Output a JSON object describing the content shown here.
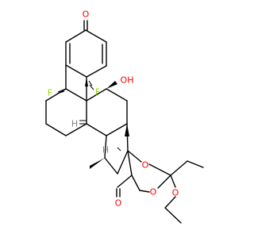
{
  "atoms": {
    "ketone_o_top": "O",
    "fluorine_6": "F",
    "fluorine_9": "F",
    "hydroxyl": "OH",
    "hydrogen_8": "H",
    "hydrogen_14": "H",
    "ring_o_upper": "O",
    "ring_o_lower": "O",
    "ketone_o_bottom": "O",
    "ethoxy_o": "O"
  },
  "colors": {
    "oxygen": "#ff0000",
    "fluorine": "#90e000",
    "hydrogen": "#808080",
    "bond": "#000000"
  }
}
